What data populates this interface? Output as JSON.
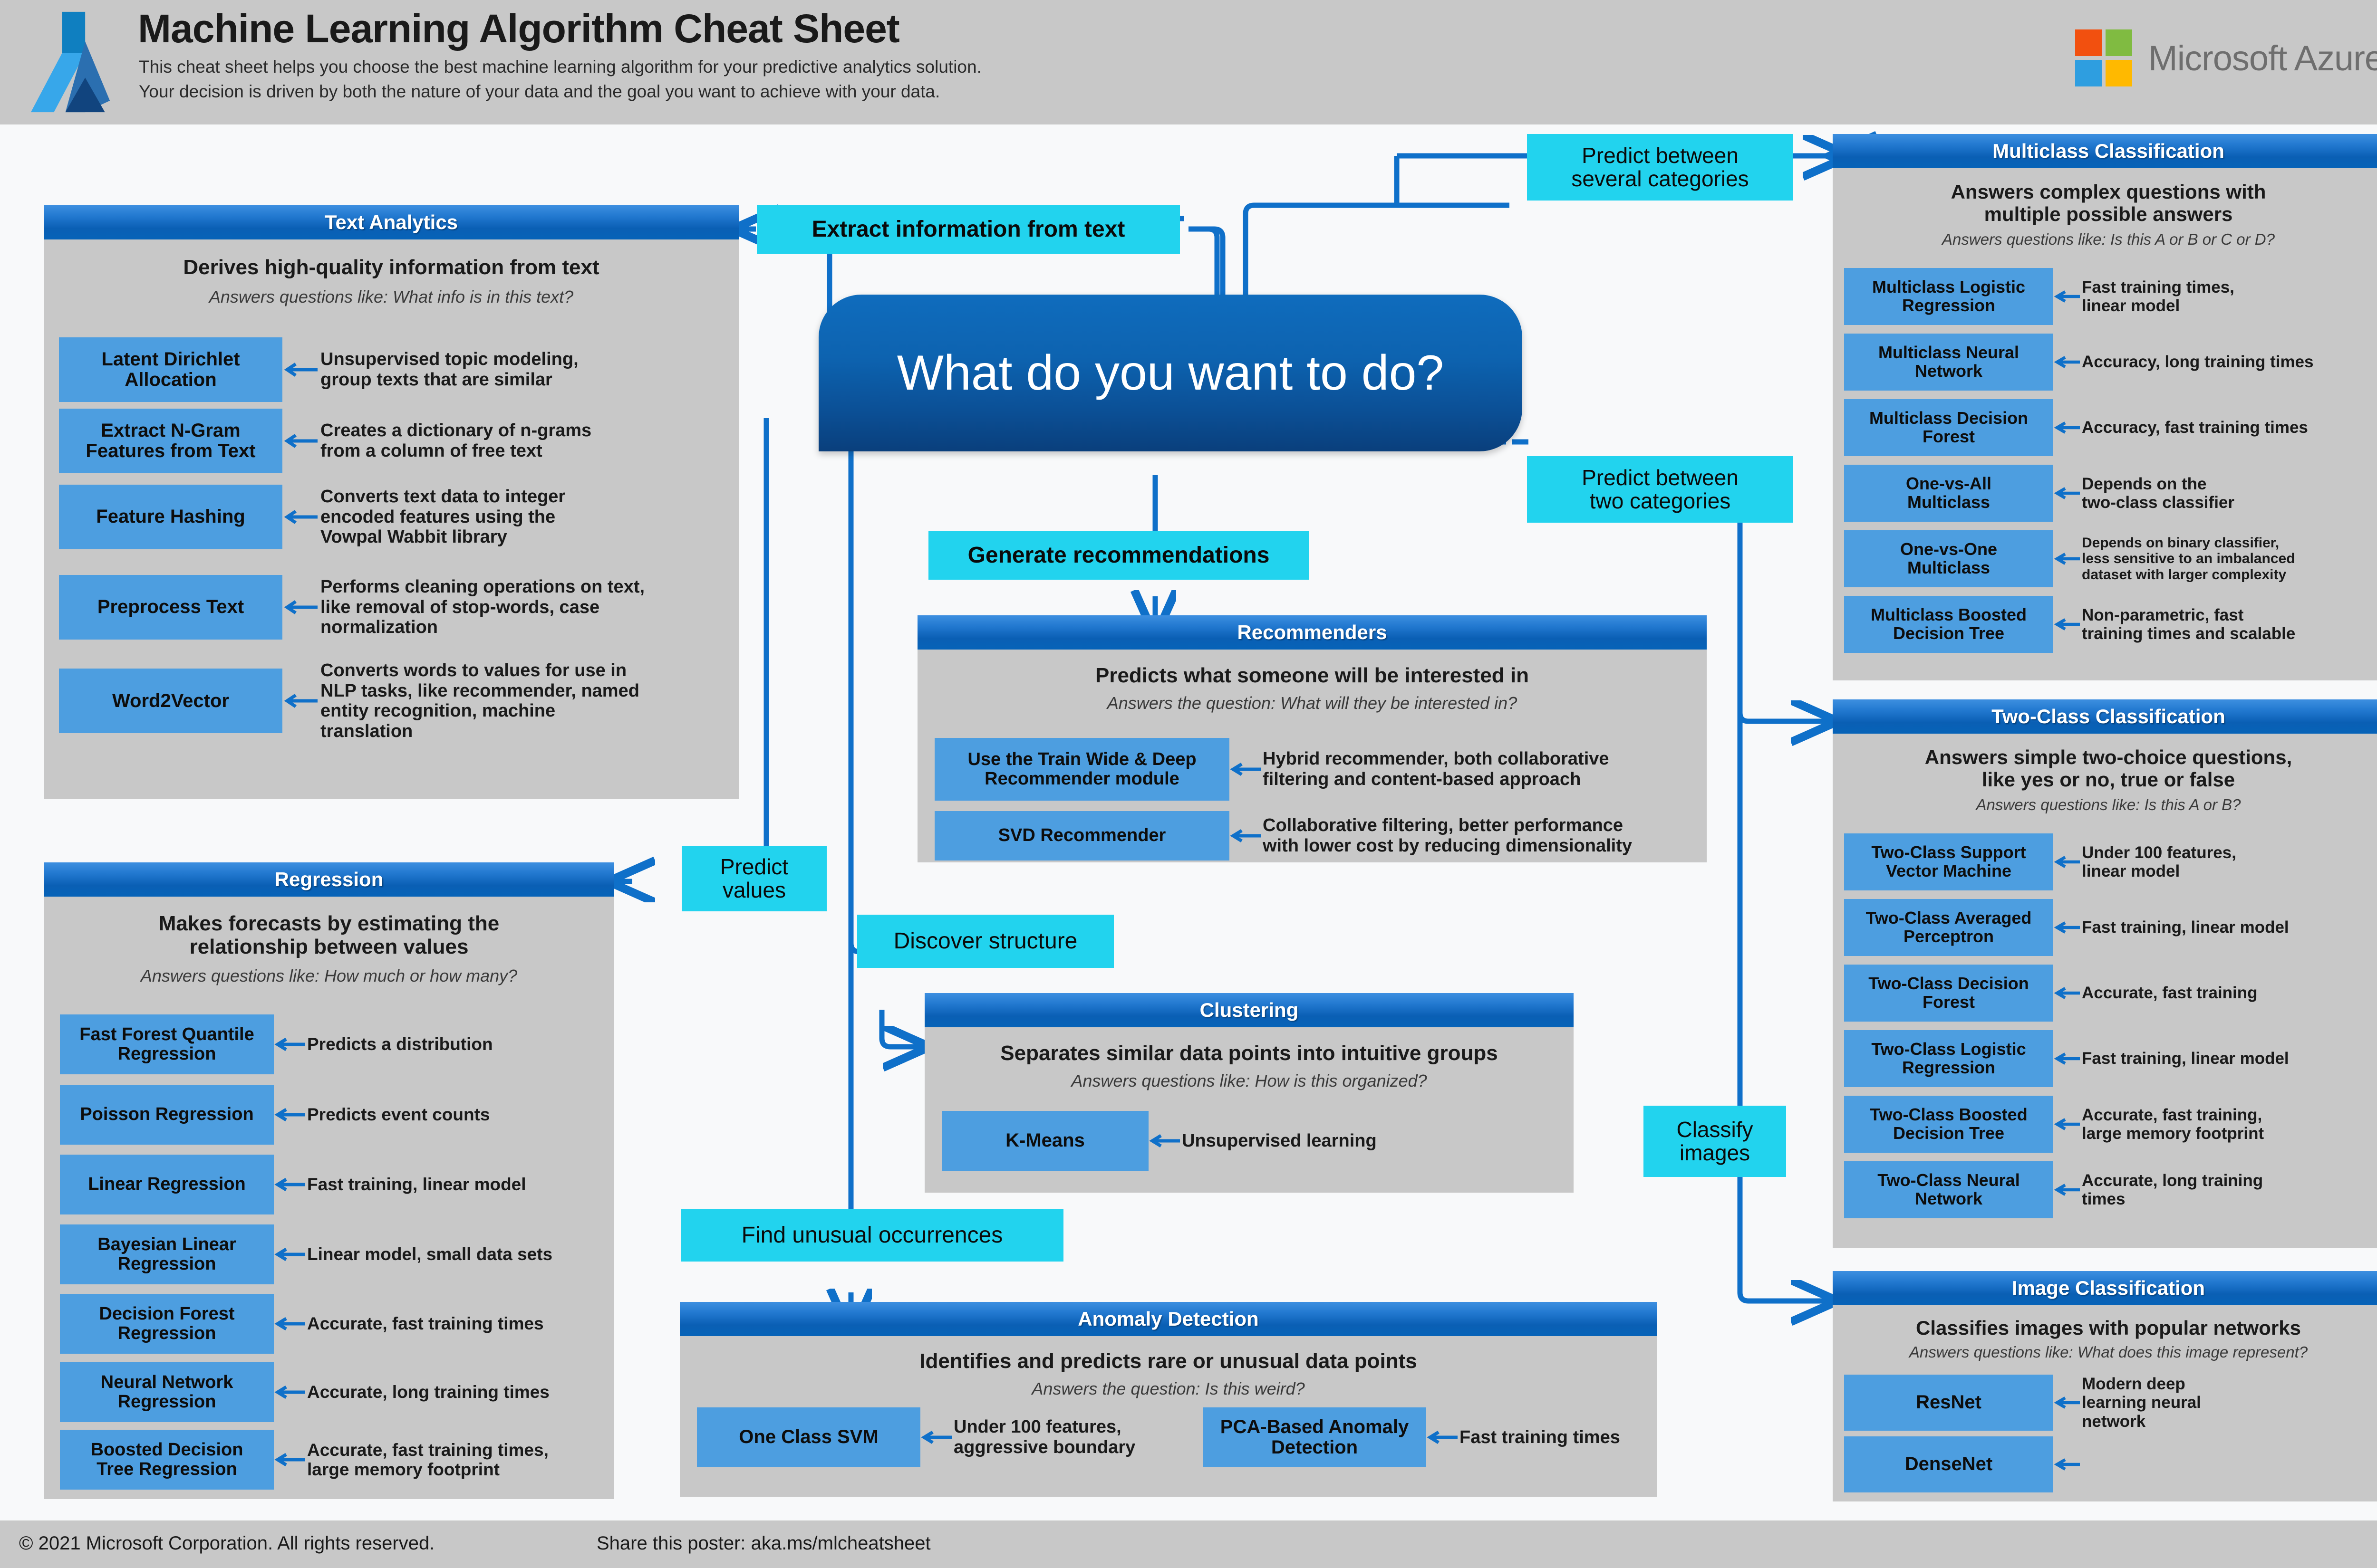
{
  "header": {
    "title": "Machine Learning Algorithm Cheat Sheet",
    "subtitle_line1": "This cheat sheet helps you choose the best machine learning algorithm for your predictive analytics solution.",
    "subtitle_line2": "Your decision is driven by both the nature of your data and the goal you want to achieve with your data.",
    "brand": "Microsoft Azure",
    "brand_colors": [
      "#f2500f",
      "#80bb41",
      "#2e9ee0",
      "#ffb900"
    ],
    "logo_name": "azure-logo-icon"
  },
  "footer": {
    "copyright": "© 2021 Microsoft Corporation. All rights reserved.",
    "share": "Share this poster: aka.ms/mlcheatsheet"
  },
  "center": {
    "question": "What do you want to do?"
  },
  "connectors": {
    "extract_information": "Extract information from text",
    "predict_several": "Predict between\nseveral categories",
    "predict_two": "Predict between\ntwo categories",
    "generate_recommendations": "Generate recommendations",
    "predict_values": "Predict\nvalues",
    "discover_structure": "Discover structure",
    "find_unusual": "Find unusual occurrences",
    "classify_images": "Classify\nimages"
  },
  "colors": {
    "panel_body": "#c8c8c8",
    "panel_title_top": "#3d8fe0",
    "panel_title_bottom": "#0663b8",
    "algo_box": "#4d9ee0",
    "cyan_label": "#22d3ee",
    "wire": "#0f70c9",
    "page_bg": "#f8f9fa",
    "header_bg": "#c8c8c8"
  },
  "panels": {
    "text_analytics": {
      "title": "Text Analytics",
      "headline": "Derives high-quality information from text",
      "subline": "Answers questions like: What info is in this text?",
      "items": [
        {
          "name": "Latent Dirichlet\nAllocation",
          "desc": "Unsupervised topic modeling,\ngroup texts that are similar"
        },
        {
          "name": "Extract N-Gram\nFeatures from Text",
          "desc": "Creates a dictionary of n-grams\nfrom a column of free text"
        },
        {
          "name": "Feature Hashing",
          "desc": "Converts text data to integer\nencoded features using the\nVowpal Wabbit library"
        },
        {
          "name": "Preprocess Text",
          "desc": "Performs cleaning operations on text,\nlike removal of stop-words, case\nnormalization"
        },
        {
          "name": "Word2Vector",
          "desc": "Converts words to values for use in\nNLP tasks, like recommender, named\nentity recognition, machine\ntranslation"
        }
      ]
    },
    "regression": {
      "title": "Regression",
      "headline": "Makes forecasts by estimating the\nrelationship between values",
      "subline": "Answers questions like: How much or how many?",
      "items": [
        {
          "name": "Fast Forest Quantile\nRegression",
          "desc": "Predicts a distribution"
        },
        {
          "name": "Poisson Regression",
          "desc": "Predicts event counts"
        },
        {
          "name": "Linear Regression",
          "desc": "Fast training, linear model"
        },
        {
          "name": "Bayesian Linear\nRegression",
          "desc": "Linear model, small data sets"
        },
        {
          "name": "Decision Forest\nRegression",
          "desc": "Accurate, fast training times"
        },
        {
          "name": "Neural Network\nRegression",
          "desc": "Accurate, long training times"
        },
        {
          "name": "Boosted Decision\nTree Regression",
          "desc": "Accurate, fast training times,\nlarge memory footprint"
        }
      ]
    },
    "recommenders": {
      "title": "Recommenders",
      "headline": "Predicts what someone will be interested in",
      "subline": "Answers the question: What will they be interested in?",
      "items": [
        {
          "name": "Use the Train Wide & Deep\nRecommender module",
          "desc": "Hybrid recommender, both collaborative\nfiltering and content-based approach"
        },
        {
          "name": "SVD Recommender",
          "desc": "Collaborative filtering, better performance\nwith lower cost by reducing dimensionality"
        }
      ]
    },
    "clustering": {
      "title": "Clustering",
      "headline": "Separates similar data points into intuitive groups",
      "subline": "Answers questions like: How is this organized?",
      "items": [
        {
          "name": "K-Means",
          "desc": "Unsupervised learning"
        }
      ]
    },
    "anomaly_detection": {
      "title": "Anomaly Detection",
      "headline": "Identifies and predicts rare or unusual data points",
      "subline": "Answers the question: Is this weird?",
      "items": [
        {
          "name": "One Class SVM",
          "desc": "Under 100 features,\naggressive boundary"
        },
        {
          "name": "PCA-Based Anomaly\nDetection",
          "desc": "Fast training times"
        }
      ]
    },
    "multiclass_classification": {
      "title": "Multiclass Classification",
      "headline": "Answers complex questions with\nmultiple possible answers",
      "subline": "Answers questions like: Is this A or B or C or D?",
      "items": [
        {
          "name": "Multiclass Logistic\nRegression",
          "desc": "Fast training times,\nlinear model"
        },
        {
          "name": "Multiclass Neural\nNetwork",
          "desc": "Accuracy, long training times"
        },
        {
          "name": "Multiclass Decision\nForest",
          "desc": "Accuracy, fast training times"
        },
        {
          "name": "One-vs-All\nMulticlass",
          "desc": "Depends on the\ntwo-class classifier"
        },
        {
          "name": "One-vs-One\nMulticlass",
          "desc": "Depends on binary classifier,\nless sensitive to an imbalanced\ndataset with larger complexity"
        },
        {
          "name": "Multiclass Boosted\nDecision Tree",
          "desc": "Non-parametric, fast\ntraining times and scalable"
        }
      ]
    },
    "two_class_classification": {
      "title": "Two-Class Classification",
      "headline": "Answers simple two-choice questions,\nlike yes or no, true or false",
      "subline": "Answers questions like: Is this A or B?",
      "items": [
        {
          "name": "Two-Class Support\nVector Machine",
          "desc": "Under 100 features,\nlinear model"
        },
        {
          "name": "Two-Class Averaged\nPerceptron",
          "desc": "Fast training, linear model"
        },
        {
          "name": "Two-Class Decision\nForest",
          "desc": "Accurate, fast training"
        },
        {
          "name": "Two-Class Logistic\nRegression",
          "desc": "Fast training, linear model"
        },
        {
          "name": "Two-Class Boosted\nDecision Tree",
          "desc": "Accurate, fast training,\nlarge memory footprint"
        },
        {
          "name": "Two-Class Neural\nNetwork",
          "desc": "Accurate, long training\ntimes"
        }
      ]
    },
    "image_classification": {
      "title": "Image Classification",
      "headline": "Classifies images with popular networks",
      "subline": "Answers questions like: What does this image represent?",
      "items": [
        {
          "name": "ResNet",
          "desc": "Modern deep\nlearning neural\nnetwork"
        },
        {
          "name": "DenseNet",
          "desc": ""
        }
      ]
    }
  }
}
